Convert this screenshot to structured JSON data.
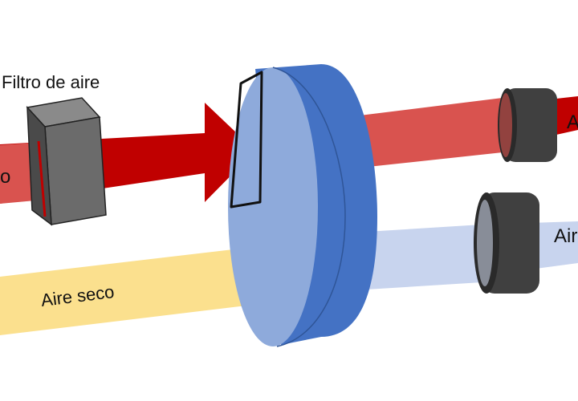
{
  "labels": {
    "filter": "Filtro de aire",
    "dry_air": "Aire seco",
    "humid_air_in": "o",
    "out_top": "A",
    "out_bottom": "Air"
  },
  "colors": {
    "humid_stream": "#c00000",
    "humid_stream_light": "#d9534f",
    "dry_stream": "#fbe08e",
    "outlet_stream": "#c8d4ee",
    "wheel_face": "#8eaadb",
    "wheel_rim": "#4472c4",
    "filter_box": "#5e5e5e",
    "fan": "#404040"
  }
}
